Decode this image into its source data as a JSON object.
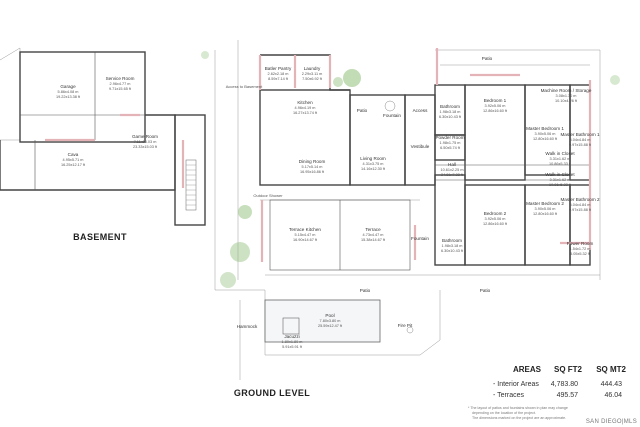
{
  "levels": {
    "basement": "BASEMENT",
    "ground": "GROUND LEVEL"
  },
  "basement_rooms": [
    {
      "name": "Garage",
      "dims": [
        "5.86x4.08 m",
        "19.22x13.38 ft"
      ]
    },
    {
      "name": "Service Room",
      "dims": [
        "2.96x4.77 m",
        "9.71x15.65 ft"
      ]
    },
    {
      "name": "Game Room",
      "dims": [
        "7.11x15.03 m",
        "23.33x15.03 ft"
      ]
    },
    {
      "name": "Cava",
      "dims": [
        "4.95x5.71 m",
        "16.25x12.17 ft"
      ]
    }
  ],
  "ground_rooms": [
    {
      "name": "Batler Pantry",
      "dims": [
        "2.62x2.18 m",
        "8.59x7.14 ft"
      ]
    },
    {
      "name": "Laundry",
      "dims": [
        "2.29x3.11 m",
        "7.50x6.92 ft"
      ]
    },
    {
      "name": "Kitchen",
      "dims": [
        "4.96x4.19 m",
        "16.27x13.74 ft"
      ]
    },
    {
      "name": "Patio",
      "dims": []
    },
    {
      "name": "Fountain",
      "dims": []
    },
    {
      "name": "Access",
      "dims": []
    },
    {
      "name": "Bathroom",
      "dims": [
        "1.98x3.18 m",
        "6.30x10.43 ft"
      ]
    },
    {
      "name": "Bedroom 1",
      "dims": [
        "3.92x5.06 m",
        "12.86x16.60 ft"
      ]
    },
    {
      "name": "Machine Room / Storage",
      "dims": [
        "3.08x1.30 m",
        "10.10x4.26 ft"
      ]
    },
    {
      "name": "Master Bedroom 1",
      "dims": [
        "3.90x5.06 m",
        "12.80x16.60 ft"
      ]
    },
    {
      "name": "Master Bathroom 1",
      "dims": [
        "3.04x4.84 m",
        "9.97x15.88 ft"
      ]
    },
    {
      "name": "Dining Room",
      "dims": [
        "5.17x5.14 m",
        "16.95x16.86 ft"
      ]
    },
    {
      "name": "Living Room",
      "dims": [
        "4.31x3.75 m",
        "14.16x12.30 ft"
      ]
    },
    {
      "name": "Vestibule",
      "dims": []
    },
    {
      "name": "Powder Room",
      "dims": [
        "1.98x1.75 m",
        "6.50x5.74 ft"
      ]
    },
    {
      "name": "Hall",
      "dims": [
        "10.61x2.25 m",
        "34.81x7.32 ft"
      ]
    },
    {
      "name": "Walk in Closet",
      "dims": [
        "3.31x1.62 m",
        "10.86x5.33 ft"
      ]
    },
    {
      "name": "Walk in Closet",
      "dims": [
        "3.31x1.62 m",
        "10.86x5.33 ft"
      ]
    },
    {
      "name": "Outdoor Shower",
      "dims": []
    },
    {
      "name": "Terrace Kitchen",
      "dims": [
        "5.15x4.47 m",
        "16.90x14.67 ft"
      ]
    },
    {
      "name": "Terrace",
      "dims": [
        "4.73x4.47 m",
        "15.38x14.67 ft"
      ]
    },
    {
      "name": "Bedroom 2",
      "dims": [
        "3.92x5.06 m",
        "12.86x16.60 ft"
      ]
    },
    {
      "name": "Master Bedroom 2",
      "dims": [
        "3.90x5.06 m",
        "12.80x16.60 ft"
      ]
    },
    {
      "name": "Master Bathroom 2",
      "dims": [
        "3.04x4.84 m",
        "9.97x15.88 ft"
      ]
    },
    {
      "name": "Fountain",
      "dims": []
    },
    {
      "name": "Bathroom",
      "dims": [
        "1.98x3.18 m",
        "6.30x10.43 ft"
      ]
    },
    {
      "name": "Power Room",
      "dims": [
        "1.54x1.72 m",
        "5.05x5.32 ft"
      ]
    },
    {
      "name": "Pool",
      "dims": [
        "7.80x3.80 m",
        "25.59x12.47 ft"
      ]
    },
    {
      "name": "Jacuzzi",
      "dims": [
        "1.80x1.80 m",
        "5.91x5.91 ft"
      ]
    }
  ],
  "site_labels": {
    "patio_top": "Patio",
    "patio_bottom_left": "Patio",
    "patio_bottom_right": "Patio",
    "hammock": "Hammock",
    "fire_pit": "Fire Pit",
    "access_basement": "Access to Basement"
  },
  "areas_table": {
    "title": "AREAS",
    "col1": "SQ FT2",
    "col2": "SQ MT2",
    "rows": [
      {
        "label": "- Interior Areas",
        "sqft": "4,783.80",
        "sqm": "444.43"
      },
      {
        "label": "- Terraces",
        "sqft": "495.57",
        "sqm": "46.04"
      }
    ]
  },
  "notes": [
    "* The layout of patios and fountains shown in plan may change",
    "depending on the location of the project.",
    "The dimensions marked on the project are an approximate."
  ],
  "logo": "SAN DIEGO|MLS",
  "colors": {
    "wall": "#444444",
    "accent_wall": "#e3b3b8",
    "tree": "#8fbf7a"
  }
}
